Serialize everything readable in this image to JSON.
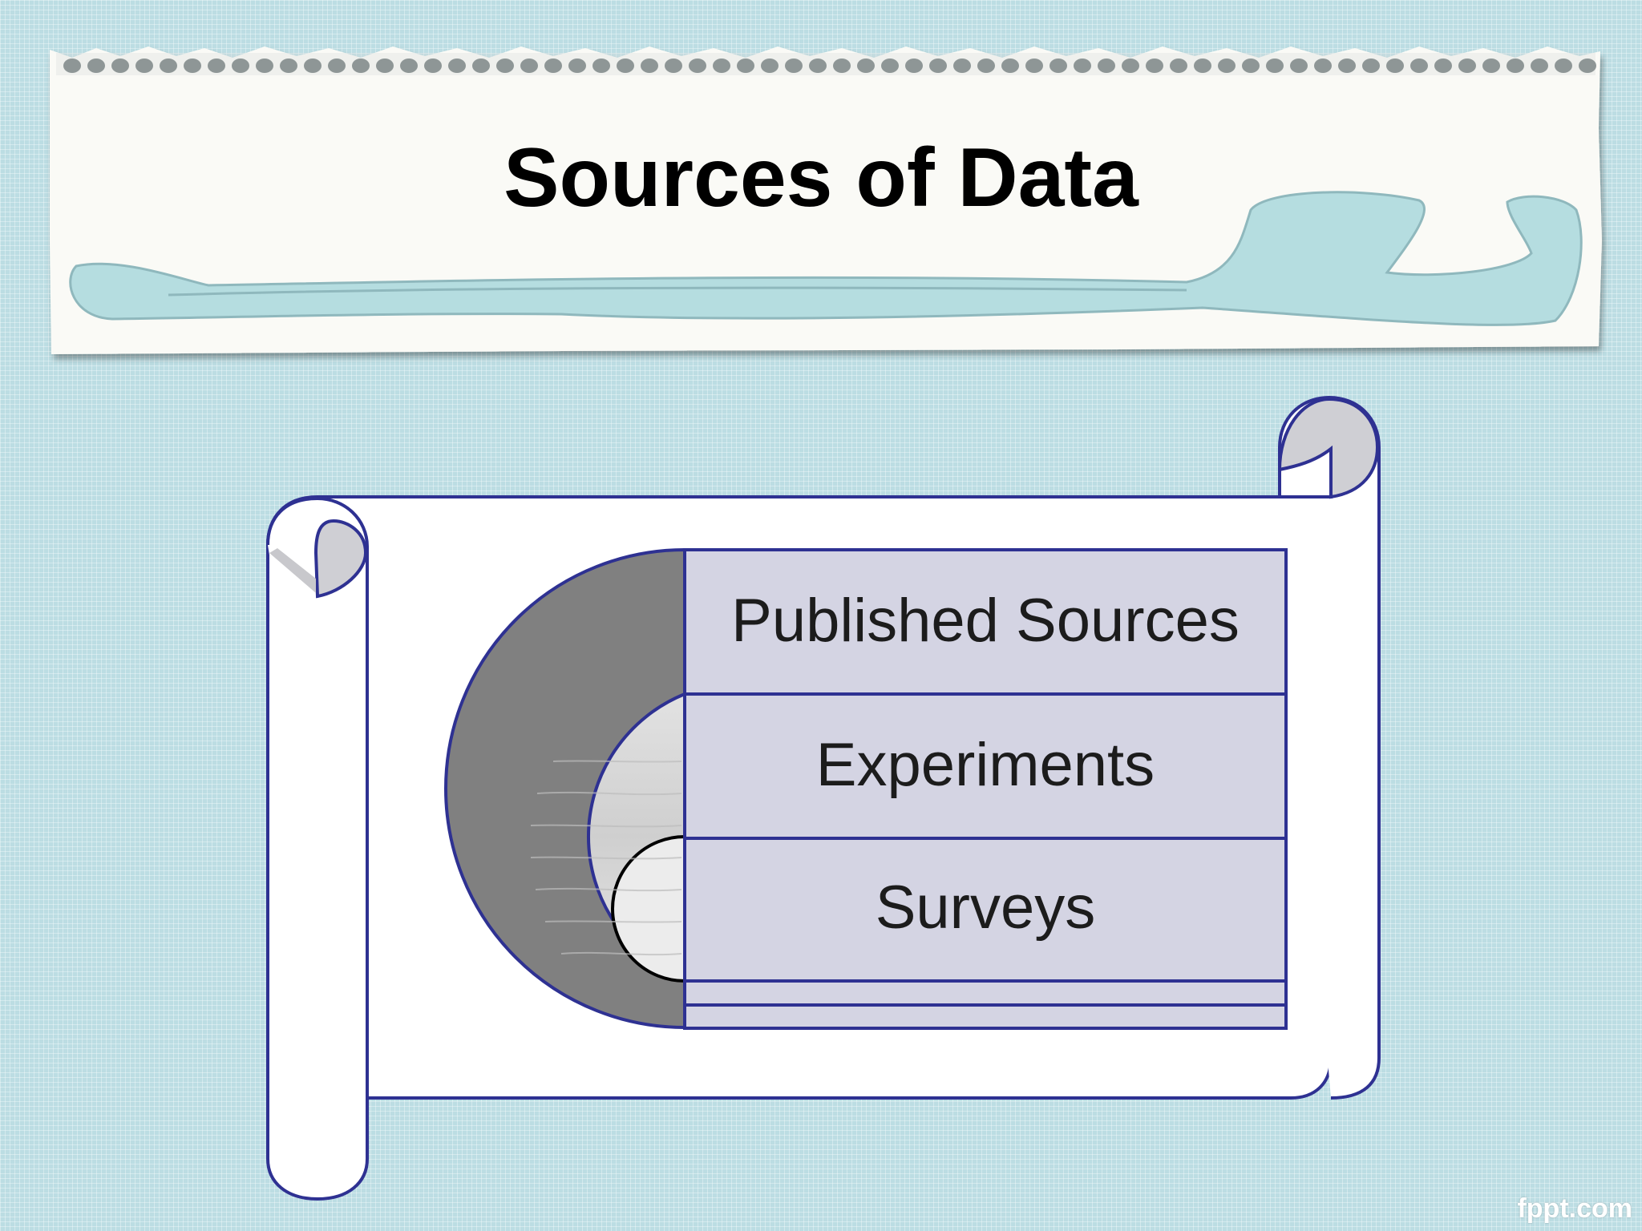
{
  "title": "Sources of Data",
  "layers": [
    {
      "label": "Published Sources"
    },
    {
      "label": "Experiments"
    },
    {
      "label": "Surveys"
    }
  ],
  "watermark": "fppt.com",
  "colors": {
    "background": "#bcdde3",
    "outline": "#2e3192",
    "box_fill": "#d4d4e3",
    "outer_ring": "#808080",
    "middle_ring": "#dcdcdc",
    "inner_core": "#ececec",
    "swoosh": "#b5dde0",
    "paper": "#fafaf6"
  }
}
